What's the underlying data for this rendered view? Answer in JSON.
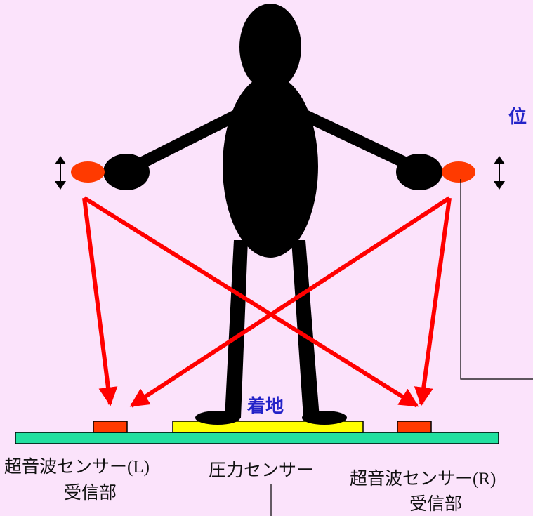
{
  "labels": {
    "landing": "着地",
    "position_partial": "位",
    "sensor_left_name": "超音波センサー",
    "sensor_left_suffix": "(L)",
    "sensor_left_sub": "受信部",
    "pressure_sensor": "圧力センサー",
    "sensor_right_name": "超音波センサー",
    "sensor_right_suffix": "(R)",
    "sensor_right_sub": "受信部"
  },
  "colors": {
    "background": "#fbe3fb",
    "figure": "#000000",
    "transmitter": "#ff3a00",
    "arrow": "#ff0000",
    "floor": "#22e0a0",
    "pressure_pad": "#ffff00",
    "receiver": "#ff3a00",
    "label_blue": "#2323c8"
  }
}
